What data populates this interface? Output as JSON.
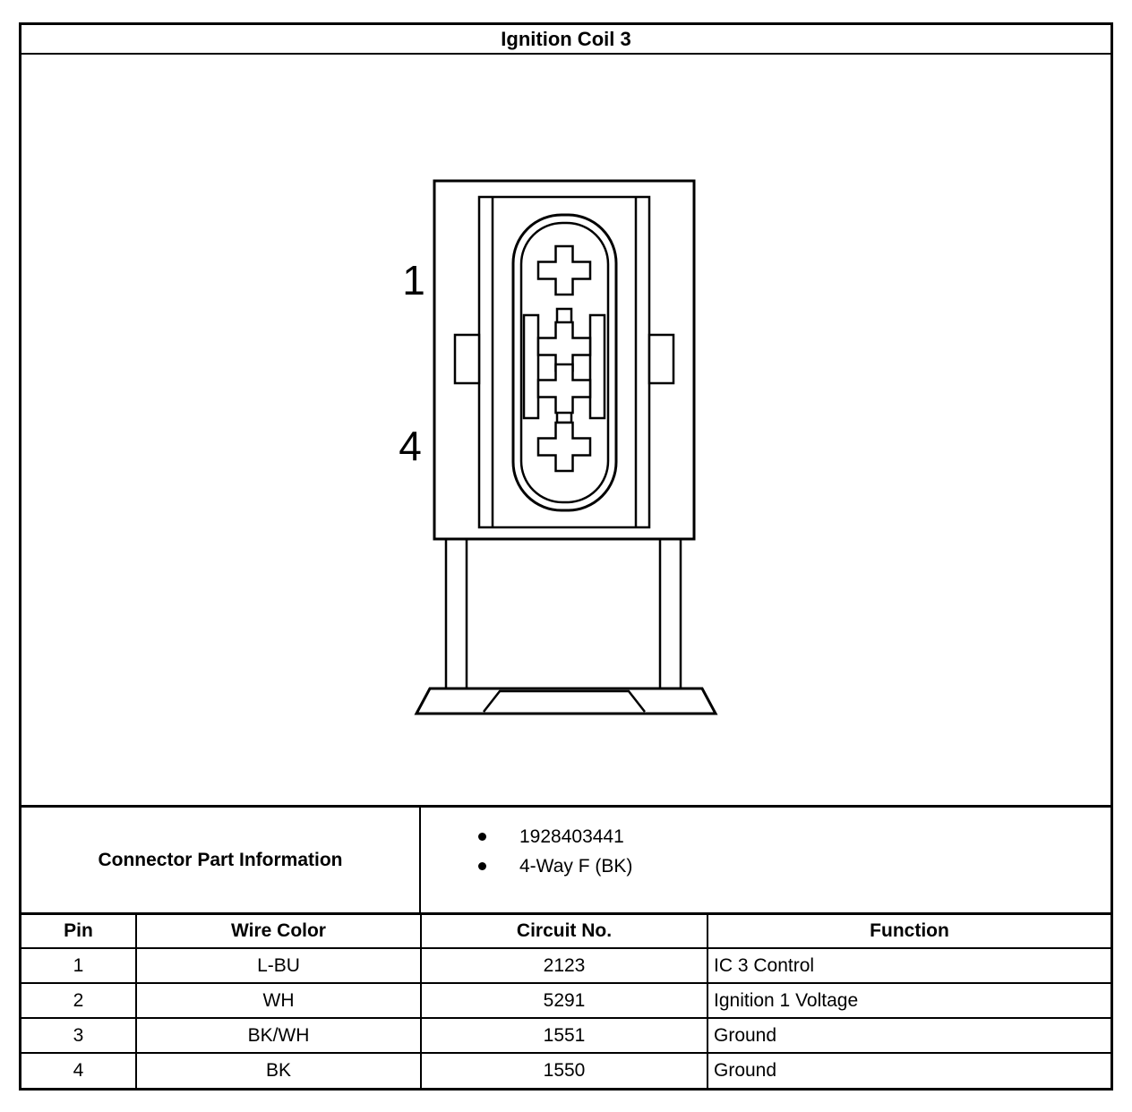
{
  "title": "Ignition Coil 3",
  "diagram": {
    "pin_top_label": "1",
    "pin_bottom_label": "4"
  },
  "part_info": {
    "label": "Connector Part Information",
    "items": [
      "1928403441",
      "4-Way F (BK)"
    ]
  },
  "table": {
    "headers": [
      "Pin",
      "Wire Color",
      "Circuit No.",
      "Function"
    ],
    "rows": [
      {
        "pin": "1",
        "wire_color": "L-BU",
        "circuit_no": "2123",
        "function": "IC 3 Control"
      },
      {
        "pin": "2",
        "wire_color": "WH",
        "circuit_no": "5291",
        "function": "Ignition 1 Voltage"
      },
      {
        "pin": "3",
        "wire_color": "BK/WH",
        "circuit_no": "1551",
        "function": "Ground"
      },
      {
        "pin": "4",
        "wire_color": "BK",
        "circuit_no": "1550",
        "function": "Ground"
      }
    ]
  },
  "colors": {
    "line": "#000000",
    "background": "#ffffff"
  }
}
